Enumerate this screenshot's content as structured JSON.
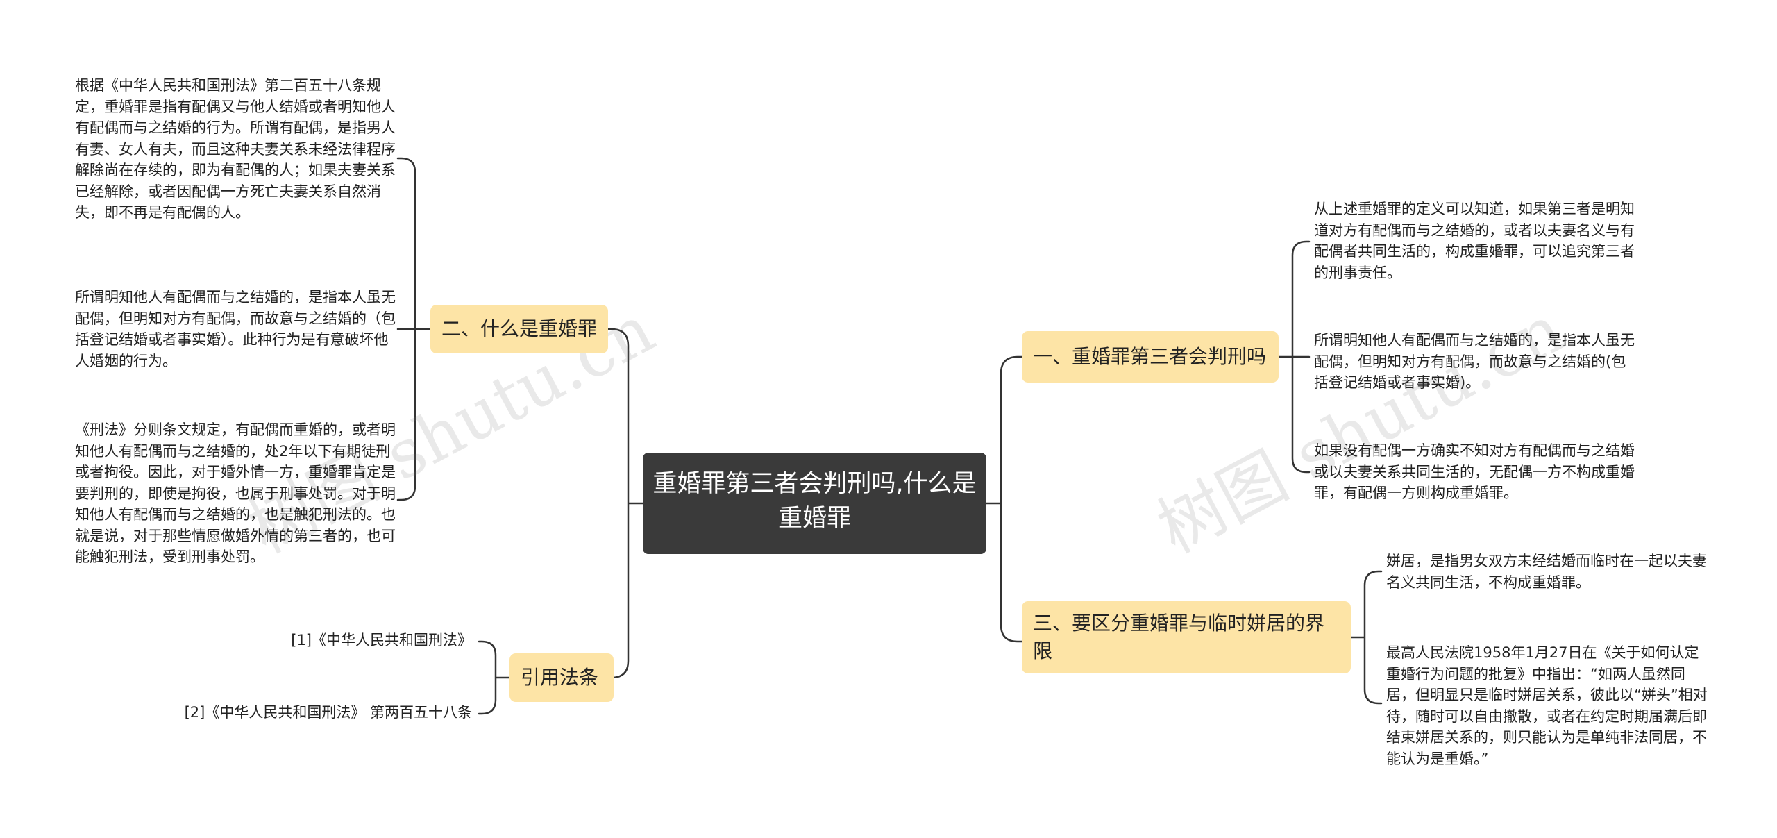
{
  "watermark": "树图 shutu.cn",
  "root": {
    "title": "重婚罪第三者会判刑吗,什么是重婚罪"
  },
  "branches": {
    "right1": {
      "label": "一、重婚罪第三者会判刑吗",
      "items": [
        "从上述重婚罪的定义可以知道，如果第三者是明知道对方有配偶而与之结婚的，或者以夫妻名义与有配偶者共同生活的，构成重婚罪，可以追究第三者的刑事责任。",
        "所谓明知他人有配偶而与之结婚的，是指本人虽无配偶，但明知对方有配偶，而故意与之结婚的(包括登记结婚或者事实婚)。",
        "如果没有配偶一方确实不知对方有配偶而与之结婚或以夫妻关系共同生活的，无配偶一方不构成重婚罪，有配偶一方则构成重婚罪。"
      ]
    },
    "right2": {
      "label": "三、要区分重婚罪与临时姘居的界限",
      "items": [
        "姘居，是指男女双方未经结婚而临时在一起以夫妻名义共同生活，不构成重婚罪。",
        "最高人民法院1958年1月27日在《关于如何认定重婚行为问题的批复》中指出：“如两人虽然同居，但明显只是临时姘居关系，彼此以“姘头”相对待，随时可以自由撤散，或者在约定时期届满后即结束姘居关系的，则只能认为是单纯非法同居，不能认为是重婚。”"
      ]
    },
    "left1": {
      "label": "二、什么是重婚罪",
      "items": [
        "根据《中华人民共和国刑法》第二百五十八条规定，重婚罪是指有配偶又与他人结婚或者明知他人有配偶而与之结婚的行为。所谓有配偶，是指男人有妻、女人有夫，而且这种夫妻关系未经法律程序解除尚在存续的，即为有配偶的人；如果夫妻关系已经解除，或者因配偶一方死亡夫妻关系自然消失，即不再是有配偶的人。",
        "所谓明知他人有配偶而与之结婚的，是指本人虽无配偶，但明知对方有配偶，而故意与之结婚的（包括登记结婚或者事实婚）。此种行为是有意破坏他人婚姻的行为。",
        "《刑法》分则条文规定，有配偶而重婚的，或者明知他人有配偶而与之结婚的，处2年以下有期徒刑或者拘役。因此，对于婚外情一方，重婚罪肯定是要判刑的，即使是拘役，也属于刑事处罚。对于明知他人有配偶而与之结婚的，也是触犯刑法的。也就是说，对于那些情愿做婚外情的第三者的，也可能触犯刑法，受到刑事处罚。"
      ]
    },
    "left2": {
      "label": "引用法条",
      "items": [
        "[1]《中华人民共和国刑法》",
        "[2]《中华人民共和国刑法》 第两百五十八条"
      ]
    }
  }
}
